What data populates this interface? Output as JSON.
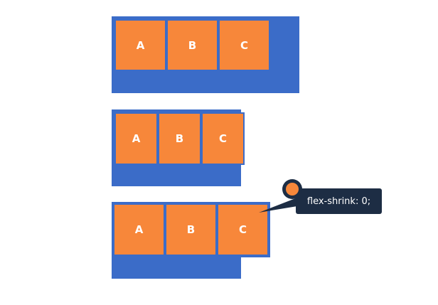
{
  "colors": {
    "container": "#3b6cc8",
    "item": "#f7873a",
    "tooltip": "#1d2d44",
    "text": "#ffffff"
  },
  "example1": {
    "items": [
      "A",
      "B",
      "C"
    ]
  },
  "example2": {
    "items": [
      "A",
      "B",
      "C"
    ]
  },
  "example3": {
    "items": [
      "A",
      "B",
      "C"
    ]
  },
  "annotation": {
    "text": "flex-shrink: 0;"
  }
}
